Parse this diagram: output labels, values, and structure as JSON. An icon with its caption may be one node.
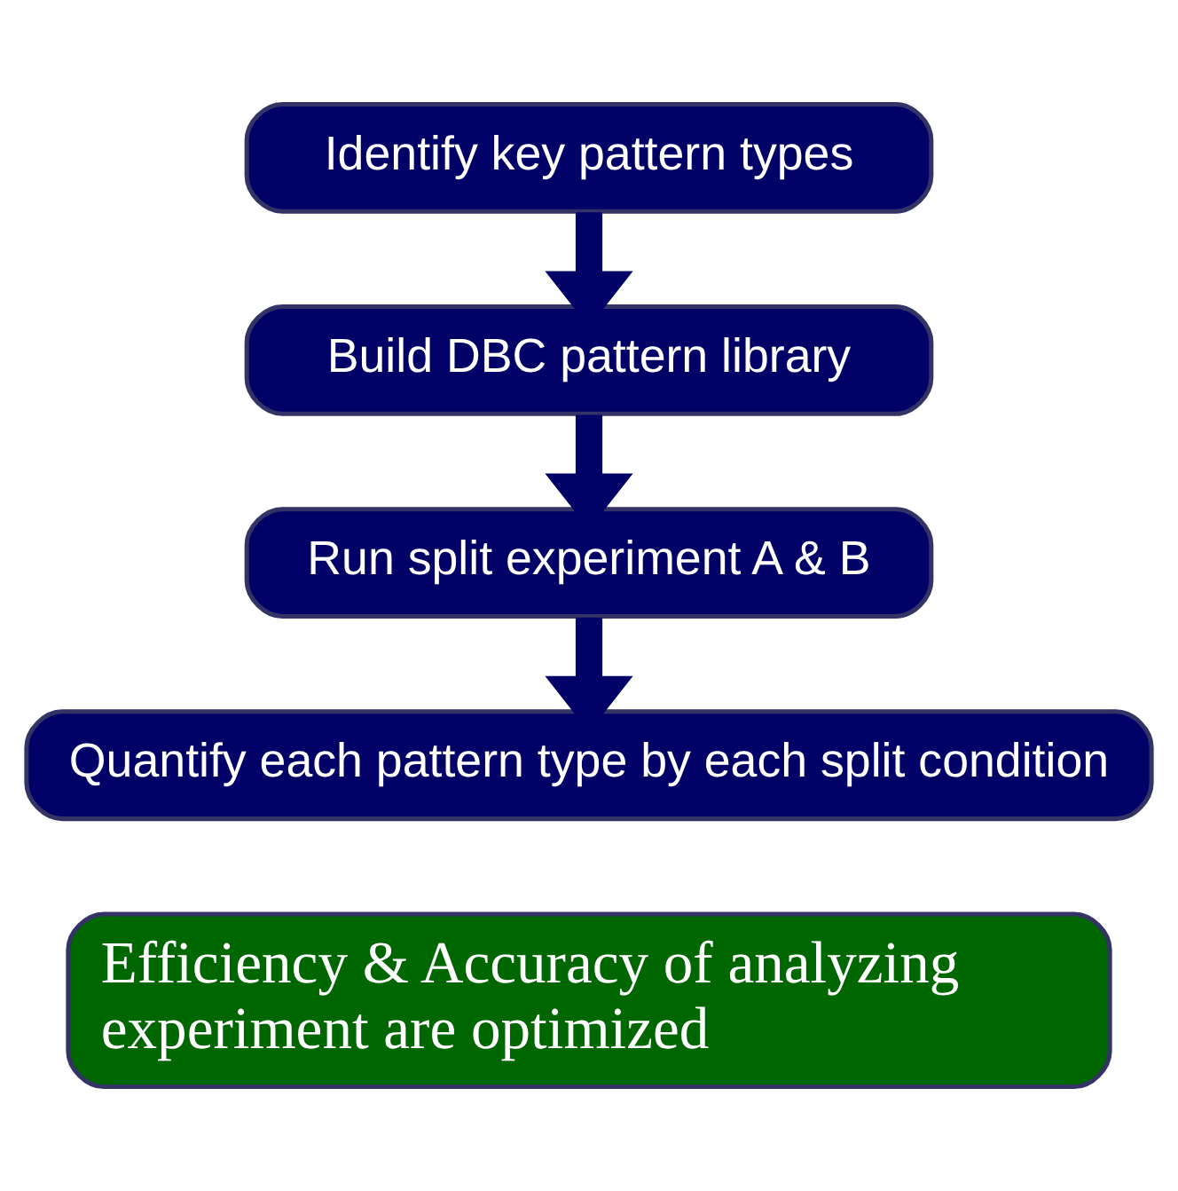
{
  "diagram": {
    "nodes": [
      {
        "text": [
          "Identify key pattern types"
        ]
      },
      {
        "text": [
          "Build DBC pattern library"
        ]
      },
      {
        "text": [
          "Run split experiment A & B"
        ]
      },
      {
        "text": [
          "Quantify each pattern type by each split condition"
        ]
      },
      {
        "text": [
          "Efficiency & Accuracy of analyzing experiment are optimized"
        ]
      }
    ],
    "edges": [
      {
        "from": 0,
        "to": 1,
        "arrow": "to"
      },
      {
        "from": 1,
        "to": 2,
        "arrow": "to"
      },
      {
        "from": 2,
        "to": 3,
        "arrow": "to"
      }
    ]
  }
}
